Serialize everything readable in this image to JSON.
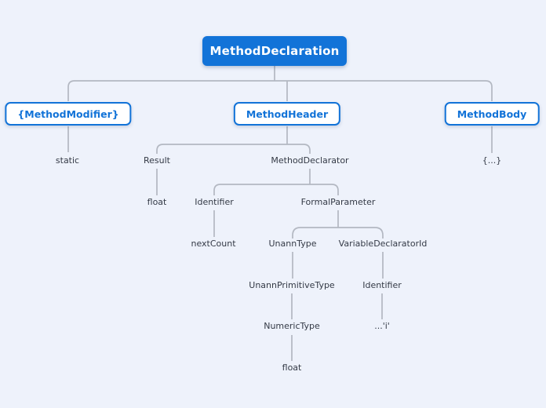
{
  "diagram_title": "MethodDeclaration parse tree",
  "colors": {
    "background": "#eef2fb",
    "primary_blue": "#1273d8",
    "box_fill": "#ffffff",
    "plain_text": "#343a46",
    "connector": "#b3b8c2"
  },
  "nodes": {
    "method_declaration": {
      "label": "MethodDeclaration",
      "kind": "root-box"
    },
    "method_modifier": {
      "label": "{MethodModifier}",
      "kind": "outlined-box"
    },
    "method_header": {
      "label": "MethodHeader",
      "kind": "outlined-box"
    },
    "method_body": {
      "label": "MethodBody",
      "kind": "outlined-box"
    },
    "static_modifier": {
      "label": "static",
      "kind": "text"
    },
    "result": {
      "label": "Result",
      "kind": "text"
    },
    "method_declarator": {
      "label": "MethodDeclarator",
      "kind": "text"
    },
    "body_braces": {
      "label": "{...}",
      "kind": "text"
    },
    "result_float": {
      "label": "float",
      "kind": "text"
    },
    "declarator_identifier": {
      "label": "Identifier",
      "kind": "text"
    },
    "formal_parameter": {
      "label": "FormalParameter",
      "kind": "text"
    },
    "identifier_next_count": {
      "label": "nextCount",
      "kind": "text"
    },
    "unann_type": {
      "label": "UnannType",
      "kind": "text"
    },
    "variable_declarator_id": {
      "label": "VariableDeclaratorId",
      "kind": "text"
    },
    "unann_primitive_type": {
      "label": "UnannPrimitiveType",
      "kind": "text"
    },
    "vdi_identifier": {
      "label": "Identifier",
      "kind": "text"
    },
    "numeric_type": {
      "label": "NumericType",
      "kind": "text"
    },
    "identifier_i": {
      "label": "...'i'",
      "kind": "text"
    },
    "numeric_type_float": {
      "label": "float",
      "kind": "text"
    }
  },
  "structure": {
    "MethodDeclaration": {
      "{MethodModifier}": {
        "static": {}
      },
      "MethodHeader": {
        "Result": {
          "float": {}
        },
        "MethodDeclarator": {
          "Identifier": {
            "nextCount": {}
          },
          "FormalParameter": {
            "UnannType": {
              "UnannPrimitiveType": {
                "NumericType": {
                  "float": {}
                }
              }
            },
            "VariableDeclaratorId": {
              "Identifier": {
                "...'i'": {}
              }
            }
          }
        }
      },
      "MethodBody": {
        "{...}": {}
      }
    }
  }
}
